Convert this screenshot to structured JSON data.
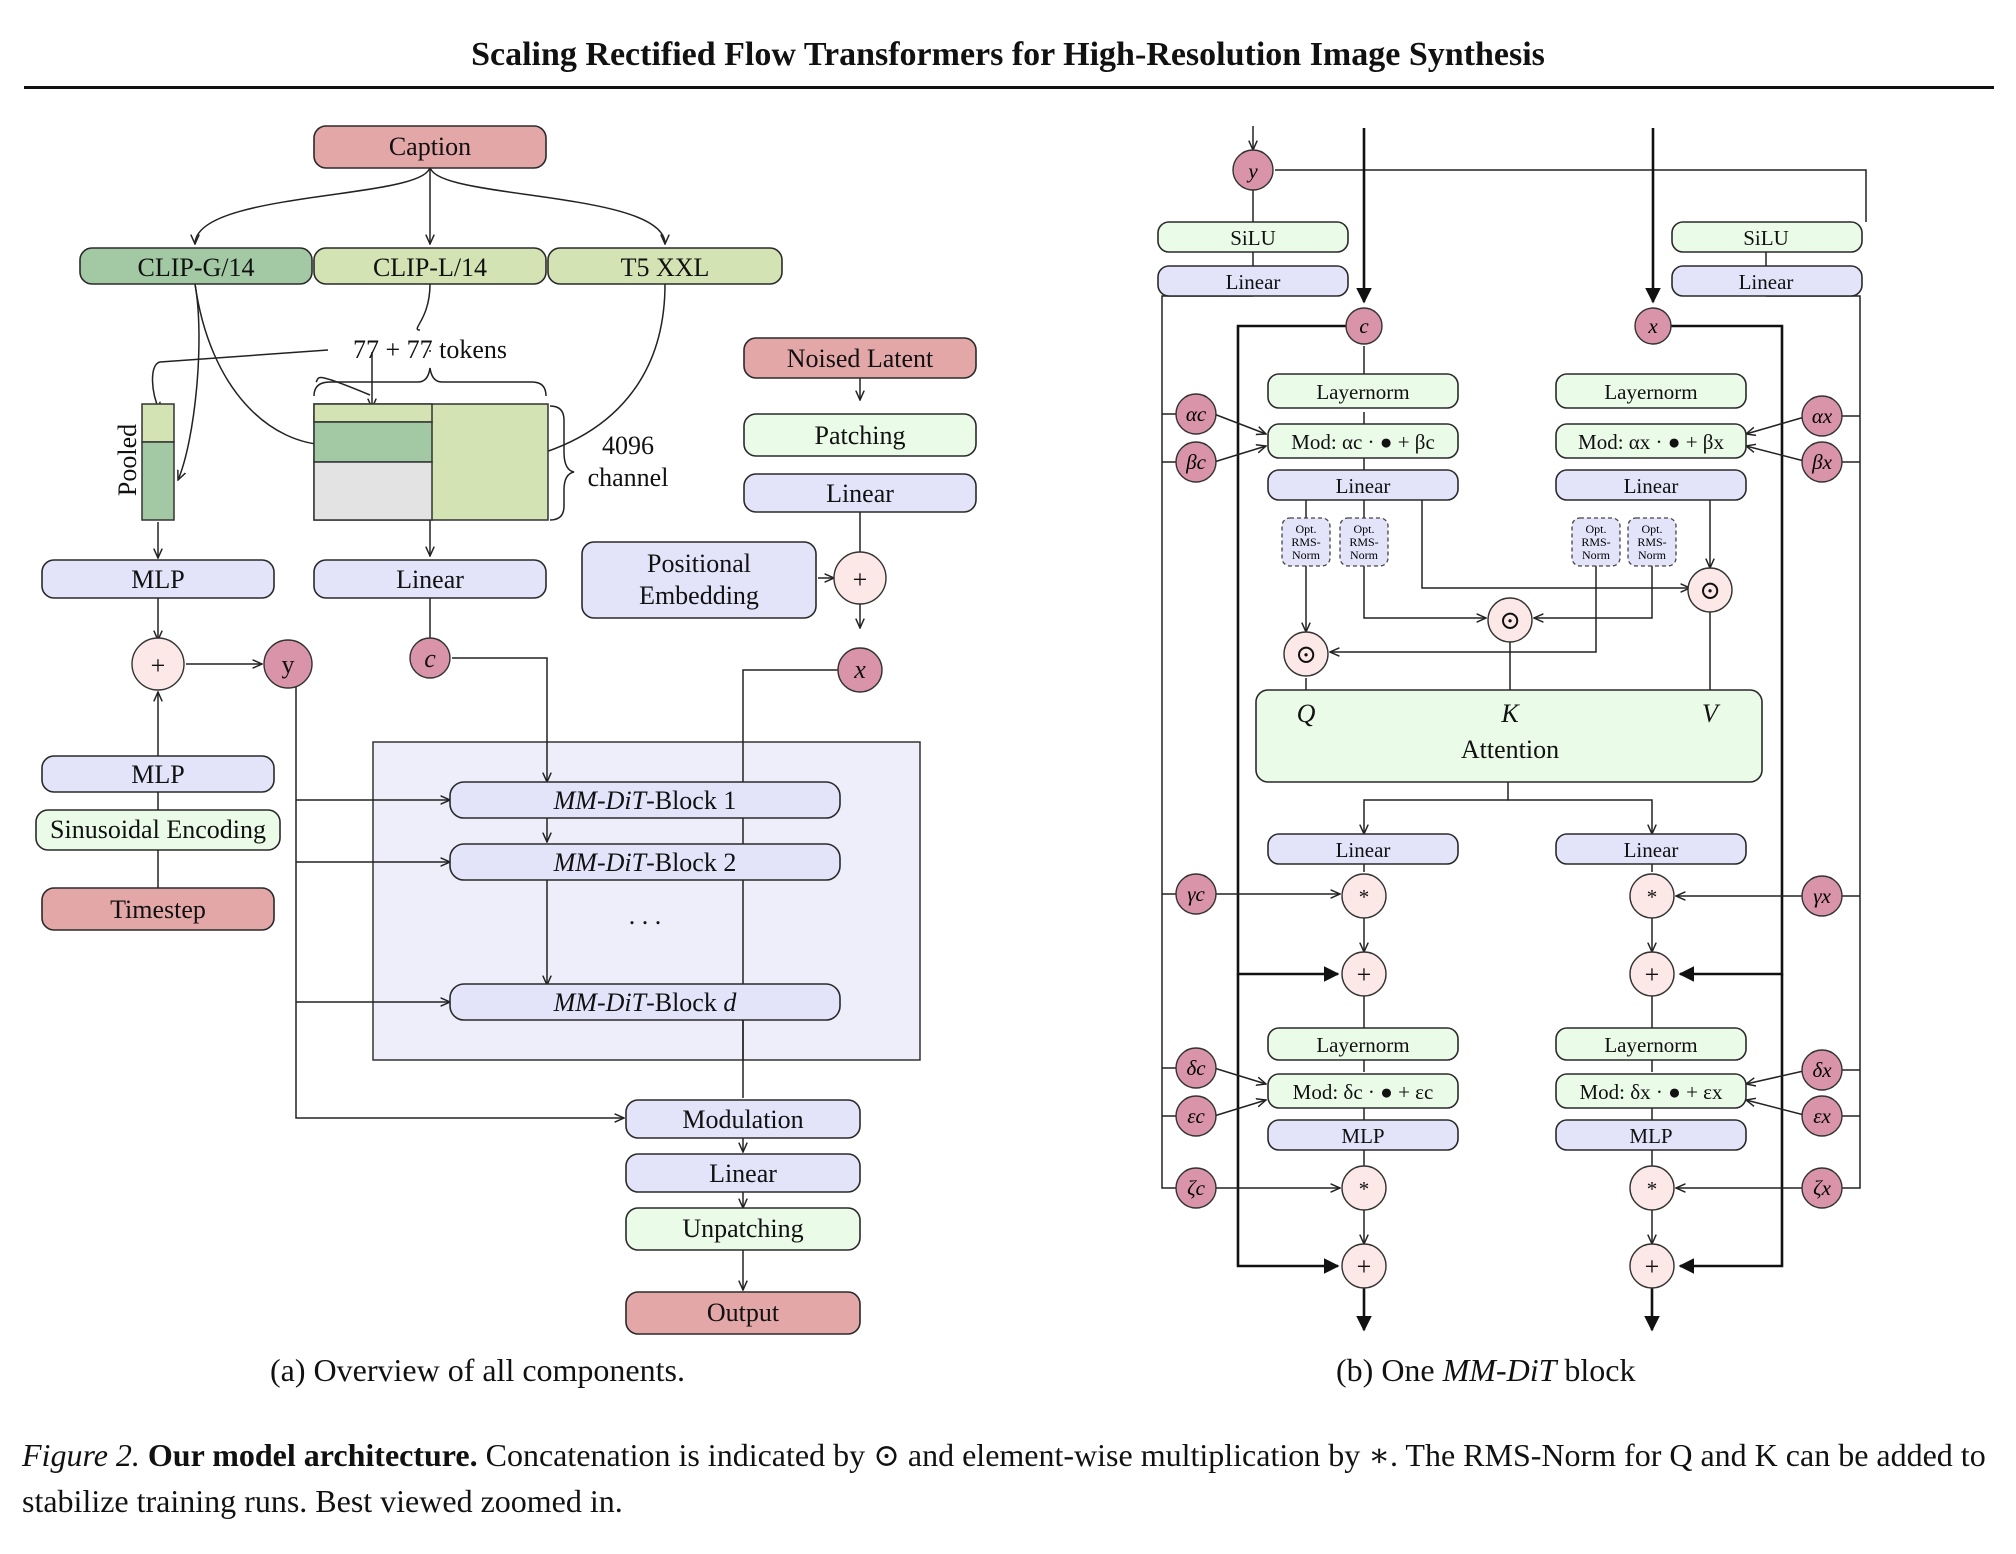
{
  "header": {
    "title": "Scaling Rectified Flow Transformers for High-Resolution Image Synthesis"
  },
  "colors": {
    "red": "#e3a7a8",
    "darkgreen": "#a2c9a3",
    "lightgreen": "#d3e3b3",
    "palegreen": "#eafbe8",
    "lavender": "#e3e3fa",
    "panel": "#eeeefb",
    "grey": "#e3e3e3",
    "circle": "#fde8e8",
    "pinkcircle": "#d994aa"
  },
  "left": {
    "caption": "Caption",
    "clip_g": "CLIP-G/14",
    "clip_l": "CLIP-L/14",
    "t5": "T5 XXL",
    "tokens": "77 + 77 tokens",
    "channel_num": "4096",
    "channel": "channel",
    "pooled": "Pooled",
    "mlp_top": "MLP",
    "linear_c": "Linear",
    "c": "c",
    "y": "y",
    "plus": "+",
    "mlp_bottom": "MLP",
    "sinusoidal": "Sinusoidal Encoding",
    "timestep": "Timestep",
    "noised_latent": "Noised Latent",
    "patching": "Patching",
    "linear_x": "Linear",
    "pos_emb_1": "Positional",
    "pos_emb_2": "Embedding",
    "x": "x",
    "block_prefix": "MM-DiT",
    "block1": "-Block 1",
    "block2": "-Block 2",
    "dots": ". . .",
    "blockd": "-Block ",
    "blockd_var": "d",
    "modulation": "Modulation",
    "linear_out": "Linear",
    "unpatching": "Unpatching",
    "output": "Output",
    "subcaption": "(a) Overview of all components."
  },
  "right": {
    "y": "y",
    "silu": "SiLU",
    "linear": "Linear",
    "c": "c",
    "x": "x",
    "layernorm": "Layernorm",
    "mod_c_prefix": "Mod: ",
    "mod_c_expr": "α",
    "mod_c": "Mod: αc · ● + βc",
    "mod_x": "Mod: αx · ● + βx",
    "opt_1": "Opt.",
    "opt_2": "RMS-",
    "opt_3": "Norm",
    "odot": "⊙",
    "q": "Q",
    "k": "K",
    "v": "V",
    "attention": "Attention",
    "star": "*",
    "plus": "+",
    "mod2_c": "Mod: δc · ● + εc",
    "mod2_x": "Mod: δx · ● + εx",
    "mlp": "MLP",
    "alpha_c": "αc",
    "beta_c": "βc",
    "gamma_c": "γc",
    "delta_c": "δc",
    "eps_c": "εc",
    "zeta_c": "ζc",
    "alpha_x": "αx",
    "beta_x": "βx",
    "gamma_x": "γx",
    "delta_x": "δx",
    "eps_x": "εx",
    "zeta_x": "ζx",
    "subcaption_pre": "(b) One ",
    "subcaption_it": "MM-DiT",
    "subcaption_post": " block"
  },
  "figure_caption": {
    "label": "Figure 2.",
    "bold": "Our model architecture.",
    "text": "Concatenation is indicated by ⊙ and element-wise multiplication by ∗. The RMS-Norm for Q and K can be added to stabilize training runs. Best viewed zoomed in."
  }
}
